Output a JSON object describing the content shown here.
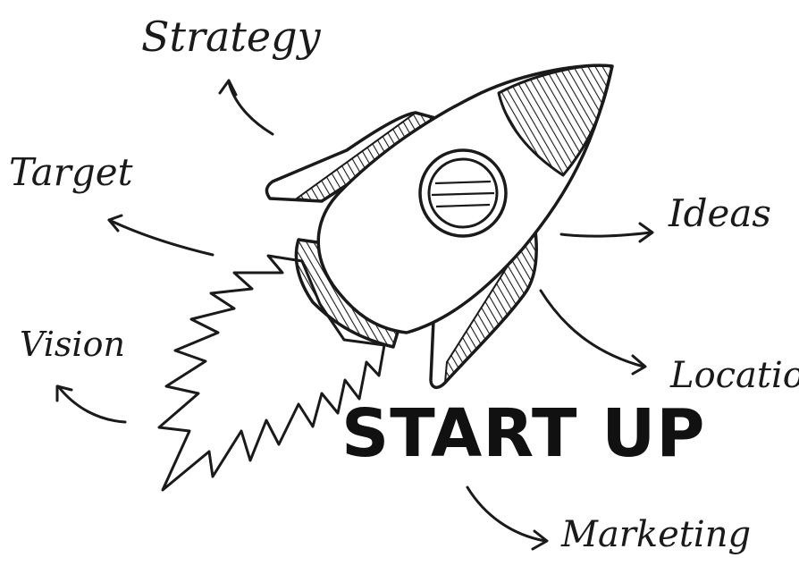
{
  "title": "START UP",
  "labels": {
    "strategy": "Strategy",
    "target": "Target",
    "ideas": "Ideas",
    "vision": "Vision",
    "location": "Location",
    "marketing": "Marketing"
  },
  "colors": {
    "ink": "#1a1a1a",
    "background": "#ffffff"
  }
}
